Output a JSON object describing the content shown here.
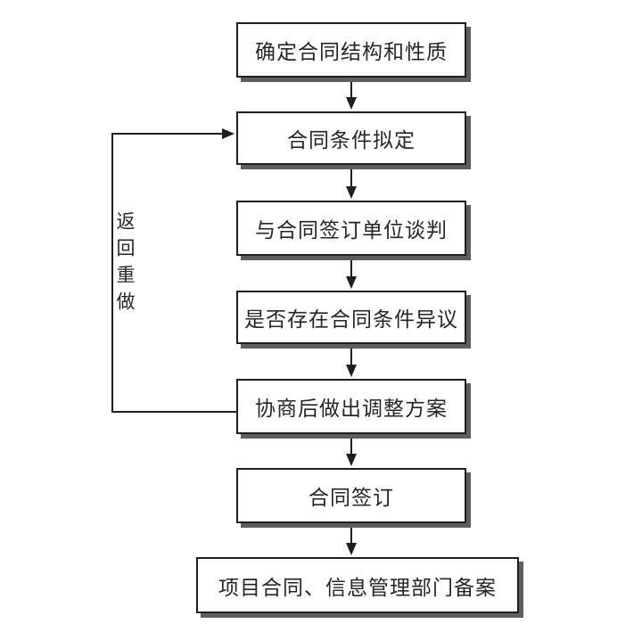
{
  "diagram": {
    "type": "flowchart",
    "subject": "contract-signing-process",
    "background": "#ffffff",
    "colors": {
      "line": "#1f1f1f",
      "box_border": "#1f1f1f",
      "box_fill": "#ffffff",
      "box_shadow": "#5e5e5e",
      "text": "#262626"
    },
    "nodes": [
      {
        "id": "determine-structure",
        "label": "确定合同结构和性质"
      },
      {
        "id": "draft-conditions",
        "label": "合同条件拟定"
      },
      {
        "id": "negotiate-with-unit",
        "label": "与合同签订单位谈判"
      },
      {
        "id": "check-objections",
        "label": "是否存在合同条件异议"
      },
      {
        "id": "adjustment-plan",
        "label": "协商后做出调整方案"
      },
      {
        "id": "sign-contract",
        "label": "合同签订"
      },
      {
        "id": "department-filing",
        "label": "项目合同、信息管理部门备案"
      }
    ],
    "edges": [
      {
        "from": "determine-structure",
        "to": "draft-conditions"
      },
      {
        "from": "draft-conditions",
        "to": "negotiate-with-unit"
      },
      {
        "from": "negotiate-with-unit",
        "to": "check-objections"
      },
      {
        "from": "check-objections",
        "to": "adjustment-plan"
      },
      {
        "from": "adjustment-plan",
        "to": "sign-contract"
      },
      {
        "from": "sign-contract",
        "to": "department-filing"
      },
      {
        "from": "adjustment-plan",
        "to": "draft-conditions",
        "kind": "loop-back",
        "label": "返回重做"
      }
    ],
    "loop_label": "返回重做"
  }
}
